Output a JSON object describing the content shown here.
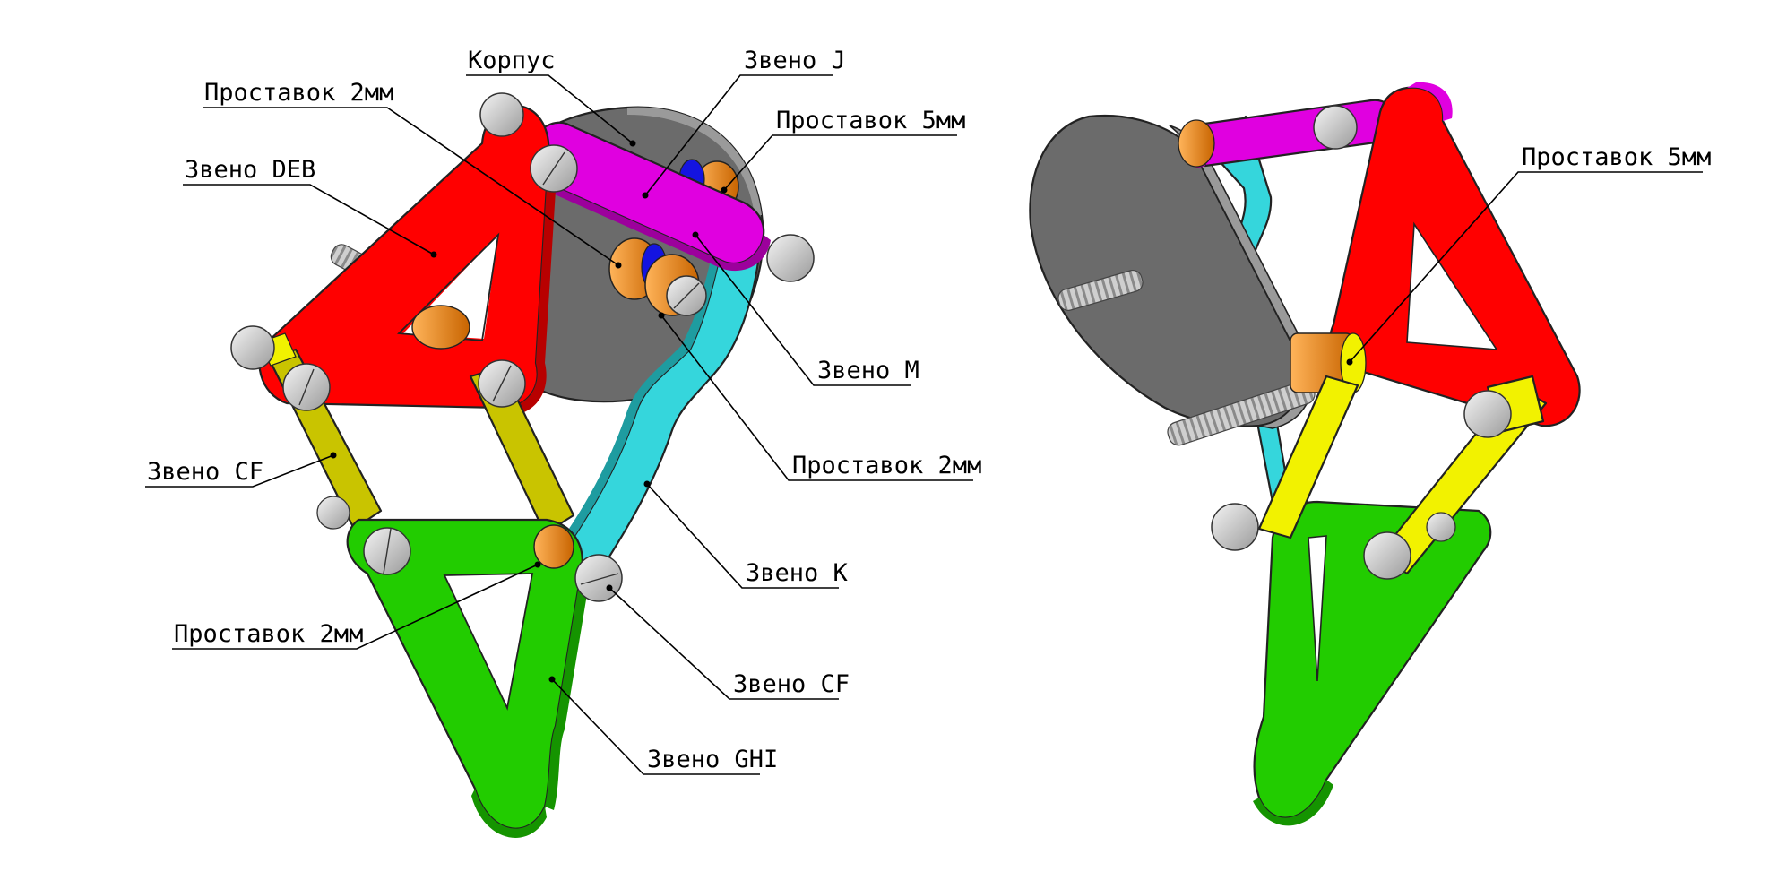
{
  "colors": {
    "housing": "#6b6b6b",
    "housing_side": "#9a9a9a",
    "link_deb": "#ff0000",
    "link_deb_dark": "#b80000",
    "link_cf": "#c9c400",
    "link_cf_bright": "#f2f200",
    "link_ghi": "#22cc00",
    "link_ghi_dark": "#159400",
    "link_k": "#35d6dc",
    "link_k_dark": "#1e9ca0",
    "link_j": "#e000e0",
    "link_j_dark": "#9c009c",
    "spacer_orange": "#f08c1e",
    "spacer_blue": "#1414e0",
    "bolt": "#d2d2d2"
  },
  "view_front": {
    "labels": {
      "korpus": "Корпус",
      "zveno_j": "Звено J",
      "prostavok_2mm_top": "Проставок 2мм",
      "prostavok_5mm": "Проставок 5мм",
      "zveno_deb": "Звено DEB",
      "zveno_m": "Звено M",
      "prostavok_2mm_mid": "Проставок 2мм",
      "zveno_cf_left": "Звено CF",
      "zveno_k": "Звено K",
      "prostavok_2mm_low": "Проставок 2мм",
      "zveno_cf_bottom": "Звено CF",
      "zveno_ghi": "Звено GHI"
    }
  },
  "view_back": {
    "labels": {
      "prostavok_5mm": "Проставок 5мм"
    }
  }
}
